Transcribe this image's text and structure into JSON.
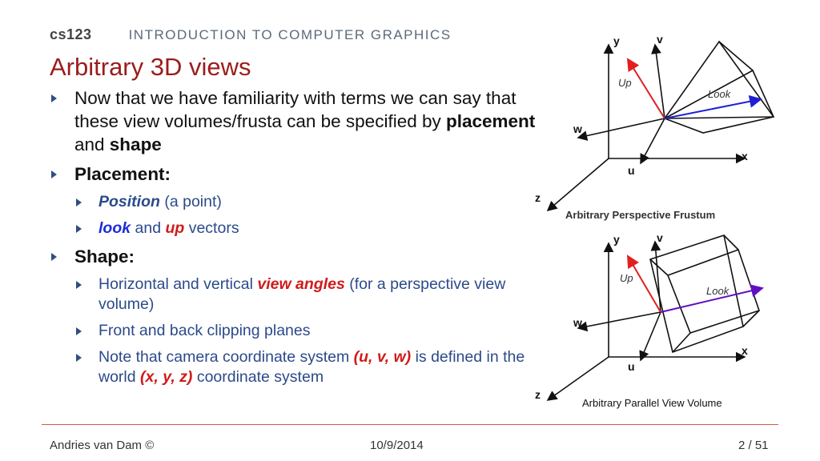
{
  "header": {
    "course_code": "cs123",
    "course_title": "INTRODUCTION TO COMPUTER GRAPHICS"
  },
  "title": "Arbitrary 3D views",
  "bullets": {
    "intro": {
      "text": "Now that we have familiarity with  terms we can say that these view volumes/frusta can be specified by ",
      "placement": "placement",
      "and": " and ",
      "shape": "shape"
    },
    "placement_heading": "Placement:",
    "position": {
      "term": "Position",
      "rest": " (a point)"
    },
    "look_up": {
      "look": "look",
      "and": " and ",
      "up": "up",
      "rest": " vectors"
    },
    "shape_heading": "Shape:",
    "angles": {
      "pre": "Horizontal and vertical ",
      "term": "view angles",
      "rest": " (for a perspective view volume)"
    },
    "clipping": "Front and back clipping planes",
    "note": {
      "pre": "Note that camera coordinate system ",
      "uvw": "(u, v, w)",
      "mid": " is defined in the world ",
      "xyz": "(x, y, z)",
      "rest": " coordinate system"
    }
  },
  "figures": {
    "perspective": {
      "caption": "Arbitrary Perspective Frustum",
      "labels": {
        "y": "y",
        "v": "v",
        "up": "Up",
        "look": "Look",
        "w": "w",
        "x": "x",
        "u": "u",
        "z": "z"
      }
    },
    "parallel": {
      "caption": "Arbitrary Parallel View Volume",
      "labels": {
        "y": "y",
        "v": "v",
        "up": "Up",
        "look": "Look",
        "w": "w",
        "x": "x",
        "u": "u",
        "z": "z"
      }
    }
  },
  "colors": {
    "title": "#9b1c1c",
    "up_vector": "#e02020",
    "look_vector": "#2020d0",
    "look_vector_parallel": "#6010c0",
    "footer_rule": "#d9534f"
  },
  "footer": {
    "author": "Andries van Dam ©",
    "date": "10/9/2014",
    "page": "2 / 51"
  }
}
